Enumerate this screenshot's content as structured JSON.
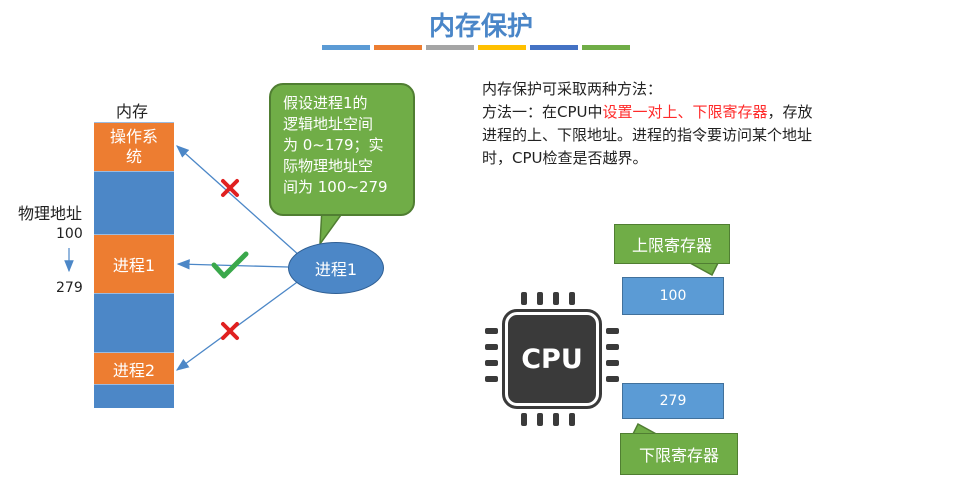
{
  "title": "内存保护",
  "title_bar_colors": [
    "#5b9bd5",
    "#ed7d31",
    "#a5a5a5",
    "#ffc000",
    "#4472c4",
    "#70ad47"
  ],
  "memory": {
    "label": "内存",
    "os_label": "操作系统",
    "os_label_line1": "操作系",
    "os_label_line2": "统",
    "proc1_label": "进程1",
    "proc2_label": "进程2"
  },
  "physical_address": {
    "label": "物理地址",
    "start": "100",
    "end": "279"
  },
  "bubble": {
    "line1": "假设进程1的",
    "line2": "逻辑地址空间",
    "line3": "为 0~179；实",
    "line4": "际物理地址空",
    "line5": "间为 100~279"
  },
  "process_node": "进程1",
  "arrow_status": {
    "to_os": "cross",
    "to_proc1": "check",
    "to_proc2": "cross"
  },
  "description": {
    "line1": "内存保护可采取两种方法：",
    "line2_prefix": "方法一：在CPU中",
    "line2_highlight": "设置一对上、下限寄存器",
    "line2_suffix": "，存放",
    "line3": "进程的上、下限地址。进程的指令要访问某个地址",
    "line4": "时，CPU检查是否越界。"
  },
  "cpu": {
    "chip_label": "CPU",
    "upper_register_label": "上限寄存器",
    "upper_register_value": "100",
    "lower_register_label": "下限寄存器",
    "lower_register_value": "279"
  }
}
